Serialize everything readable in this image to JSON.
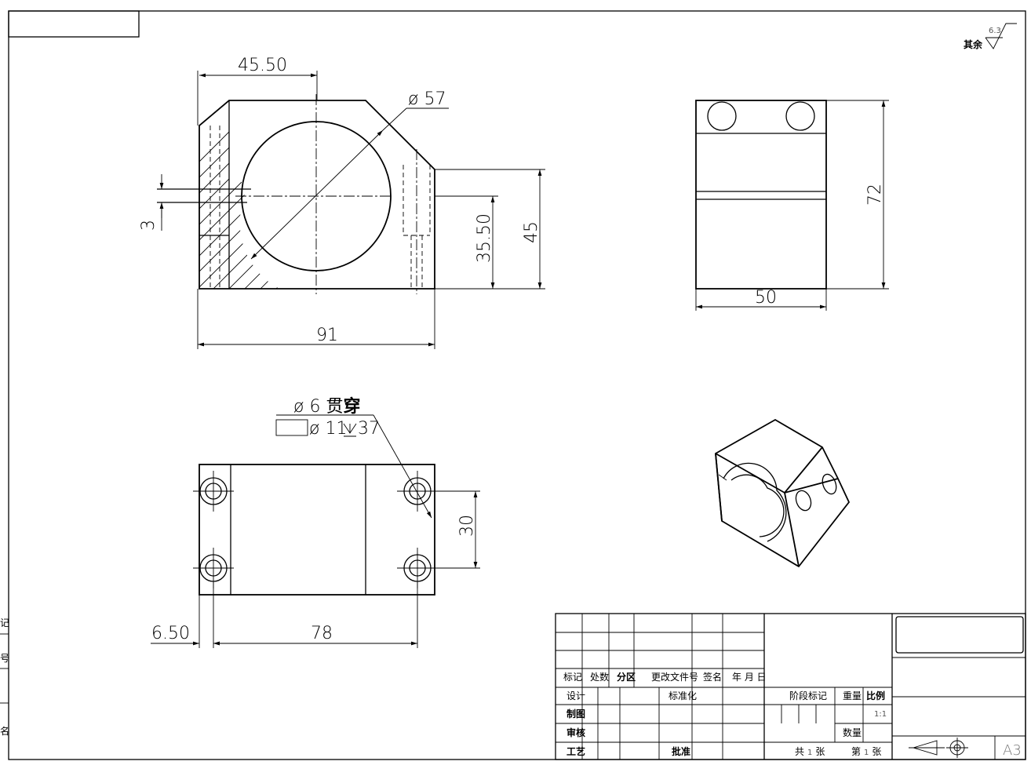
{
  "roughness": {
    "label": "其余",
    "value": "6.3"
  },
  "front_view": {
    "dims": {
      "top_width": "45.50",
      "diameter": "ø 57",
      "slot": "3",
      "center_height": "35.50",
      "step_height": "45",
      "base_width": "91"
    }
  },
  "side_view": {
    "dims": {
      "height": "72",
      "width": "50"
    }
  },
  "plan_view": {
    "hole_note_line1": "ø 6  贯",
    "hole_note_bold": "穿",
    "hole_note_line2": "ø 11",
    "hole_depth": "37",
    "dims": {
      "hole_spacing_v": "30",
      "edge_offset": "6.50",
      "hole_spacing_h": "78"
    }
  },
  "left_margin": [
    "记",
    "号",
    "",
    "名"
  ],
  "title_block": {
    "header": {
      "mark": "标记",
      "qty": "处数",
      "zone": "分区",
      "doc": "更改文件号",
      "sign": "签名",
      "date": "年 月 日"
    },
    "rows": {
      "design": "设计",
      "drawing": "制图",
      "review": "审核",
      "process": "工艺",
      "standard": "标准化",
      "approve": "批准"
    },
    "stage": "阶段标记",
    "weight": "重量",
    "scale": "比例",
    "scale_value": "1:1",
    "quantity": "数量",
    "total": "共",
    "total_unit": "张",
    "sheet": "第",
    "sheet_unit": "张",
    "num": "1",
    "format": "A3"
  }
}
